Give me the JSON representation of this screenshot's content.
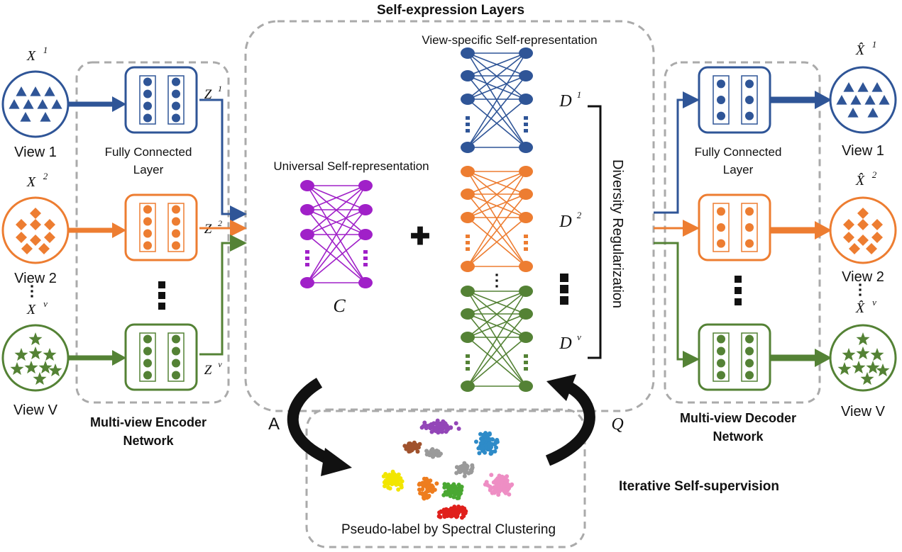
{
  "title": "Self-expression Layers",
  "view_specific_label": "View-specific Self-representation",
  "universal_label": "Universal Self-representation",
  "universal_symbol": "C",
  "diversity_label": "Diversity Regularization",
  "encoder_label_line1": "Multi-view Encoder",
  "encoder_label_line2": "Network",
  "decoder_label_line1": "Multi-view Decoder",
  "decoder_label_line2": "Network",
  "fc_line1": "Fully Connected",
  "fc_line2": "Layer",
  "iterative_label": "Iterative Self-supervision",
  "pseudo_label": "Pseudo-label by Spectral Clustering",
  "arrow_a": "A",
  "arrow_q": "Q",
  "plus_symbol": "✚",
  "views": [
    {
      "input": "X",
      "sup": "1",
      "view": "View 1",
      "latent": "Z",
      "lsup": "1",
      "dmat": "D",
      "dsup": "1",
      "recon": "X̂",
      "rsup": "1",
      "color": "#2f5597",
      "shape": "triangle"
    },
    {
      "input": "X",
      "sup": "2",
      "view": "View 2",
      "latent": "Z",
      "lsup": "2",
      "dmat": "D",
      "dsup": "2",
      "recon": "X̂",
      "rsup": "2",
      "color": "#ed7d31",
      "shape": "diamond"
    },
    {
      "input": "X",
      "sup": "v",
      "view": "View V",
      "latent": "Z",
      "lsup": "v",
      "dmat": "D",
      "dsup": "v",
      "recon": "X̂",
      "rsup": "v",
      "color": "#548235",
      "shape": "star"
    }
  ],
  "universal_color": "#a020c8",
  "cluster_colors": [
    "#f2e600",
    "#ee7d1e",
    "#4aa832",
    "#e0201c",
    "#2e8bc8",
    "#ee8ec4",
    "#9a9a9a",
    "#9346b8",
    "#a0522d",
    "#1a1a1a"
  ]
}
